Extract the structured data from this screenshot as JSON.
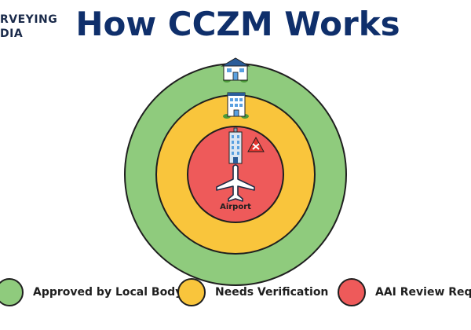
{
  "logo": {
    "line1": "RVEYING",
    "line2": "DIA"
  },
  "title": "How CCZM Works",
  "center_label": "Airport",
  "colors": {
    "green": "#8fcb7d",
    "yellow": "#f9c53c",
    "red": "#ee5a5a",
    "outline": "#1f1f1f",
    "title": "#0f2f6b"
  },
  "legend": [
    {
      "label": "Approved by Local Body",
      "color": "#8fcb7d"
    },
    {
      "label": "Needs Verification",
      "color": "#f9c53c"
    },
    {
      "label": "AAI Review Requir",
      "color": "#ee5a5a"
    }
  ],
  "icons": [
    "house-icon",
    "office-building-icon",
    "tall-building-icon",
    "cross-badge-icon",
    "airplane-icon"
  ]
}
